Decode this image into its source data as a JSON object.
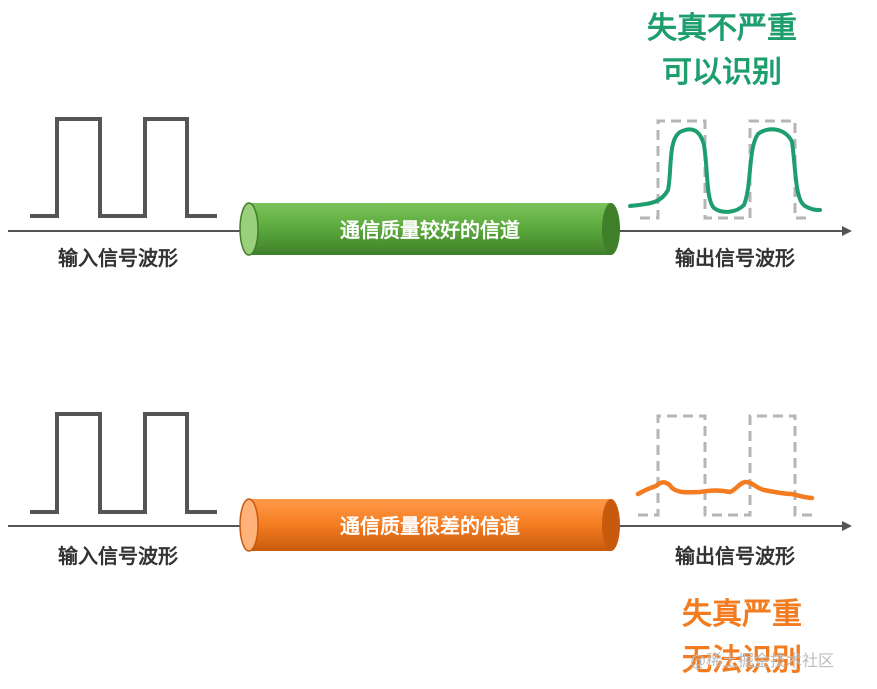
{
  "colors": {
    "good": "#5aa83c",
    "good_dark": "#3f7f2a",
    "bad": "#f47c20",
    "bad_dark": "#c85a0e",
    "recovered_good": "#1e9e6e",
    "recovered_bad": "#f47c20",
    "square_wave": "#555555",
    "ghost_wave": "#b5b5b5",
    "axis": "#555555"
  },
  "top": {
    "input_label": "输入信号波形",
    "channel_label": "通信质量较好的信道",
    "output_label": "输出信号波形",
    "note_line1": "失真不严重",
    "note_line2": "可以识别"
  },
  "bottom": {
    "input_label": "输入信号波形",
    "channel_label": "通信质量很差的信道",
    "output_label": "输出信号波形",
    "note_line1": "失真严重",
    "note_line2": "无法识别"
  },
  "watermark": "@稀土掘金技术社区"
}
